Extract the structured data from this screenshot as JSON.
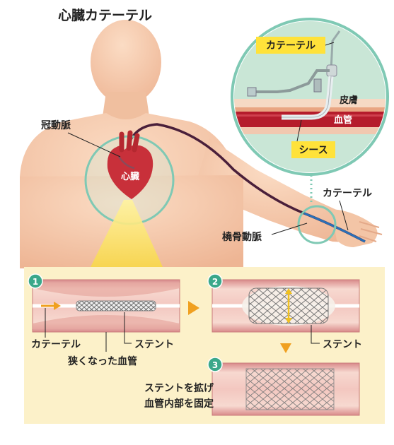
{
  "title": "心臓カテーテル",
  "body_labels": {
    "coronary_artery": "冠動脈",
    "heart": "心臓",
    "catheter": "カテーテル",
    "radial_artery": "橈骨動脈"
  },
  "inset": {
    "catheter": "カテーテル",
    "skin": "皮膚",
    "blood_vessel": "血管",
    "sheath": "シース"
  },
  "steps": [
    {
      "number": "1",
      "labels": [
        "カテーテル",
        "ステント",
        "狭くなった血管"
      ]
    },
    {
      "number": "2",
      "labels": [
        "ステント"
      ]
    },
    {
      "number": "3",
      "labels": [
        "ステントを拡げ",
        "血管内部を固定"
      ]
    }
  ],
  "colors": {
    "skin": "#f5c8a8",
    "vessel_red": "#b51c2c",
    "teal_circle": "#7fc9b4",
    "yellow_callout": "#ffe23a",
    "panel_bg": "#fcf1c9",
    "step_badge": "#3aa88a",
    "arrow_orange": "#f0a020"
  }
}
